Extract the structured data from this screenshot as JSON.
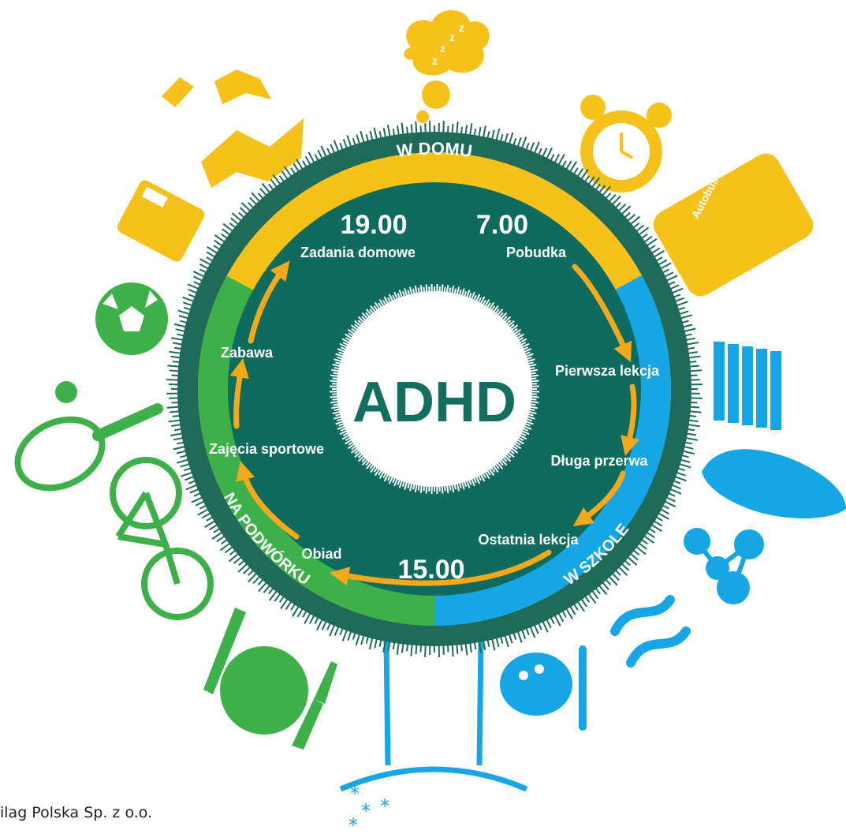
{
  "diagram": {
    "center_label": "ADHD",
    "sections": [
      {
        "id": "home",
        "label": "W DOMU",
        "color": "#f7c11c"
      },
      {
        "id": "school",
        "label": "W SZKOLE",
        "color": "#16a6e6"
      },
      {
        "id": "yard",
        "label": "NA PODWÓRKU",
        "color": "#3db049"
      }
    ],
    "times": [
      "19.00",
      "7.00",
      "15.00"
    ],
    "activities": [
      "Zadania domowe",
      "Pobudka",
      "Pierwsza lekcja",
      "Długa przerwa",
      "Ostatnia lekcja",
      "Obiad",
      "Zajęcia sportowe",
      "Zabawa"
    ],
    "bus_text": "Autobus szkolny",
    "colors": {
      "ring_dark": "#1f6a58",
      "inner_dark": "#0e6b5e",
      "arrow": "#f4a91d",
      "center_text": "#126f60"
    },
    "icons": [
      "sleep-bubble-icon",
      "book-icon",
      "calculator-icon",
      "soccer-ball-icon",
      "tennis-racket-icon",
      "bicycle-icon",
      "plate-icon",
      "knife-icon",
      "fork-icon",
      "alarm-clock-icon",
      "school-bus-icon",
      "books-icon",
      "leaf-icon",
      "molecule-icon",
      "paint-palette-icon",
      "face-icon",
      "snowflake-icon"
    ]
  },
  "footer": {
    "copyright": "ilag Polska Sp. z o.o."
  }
}
